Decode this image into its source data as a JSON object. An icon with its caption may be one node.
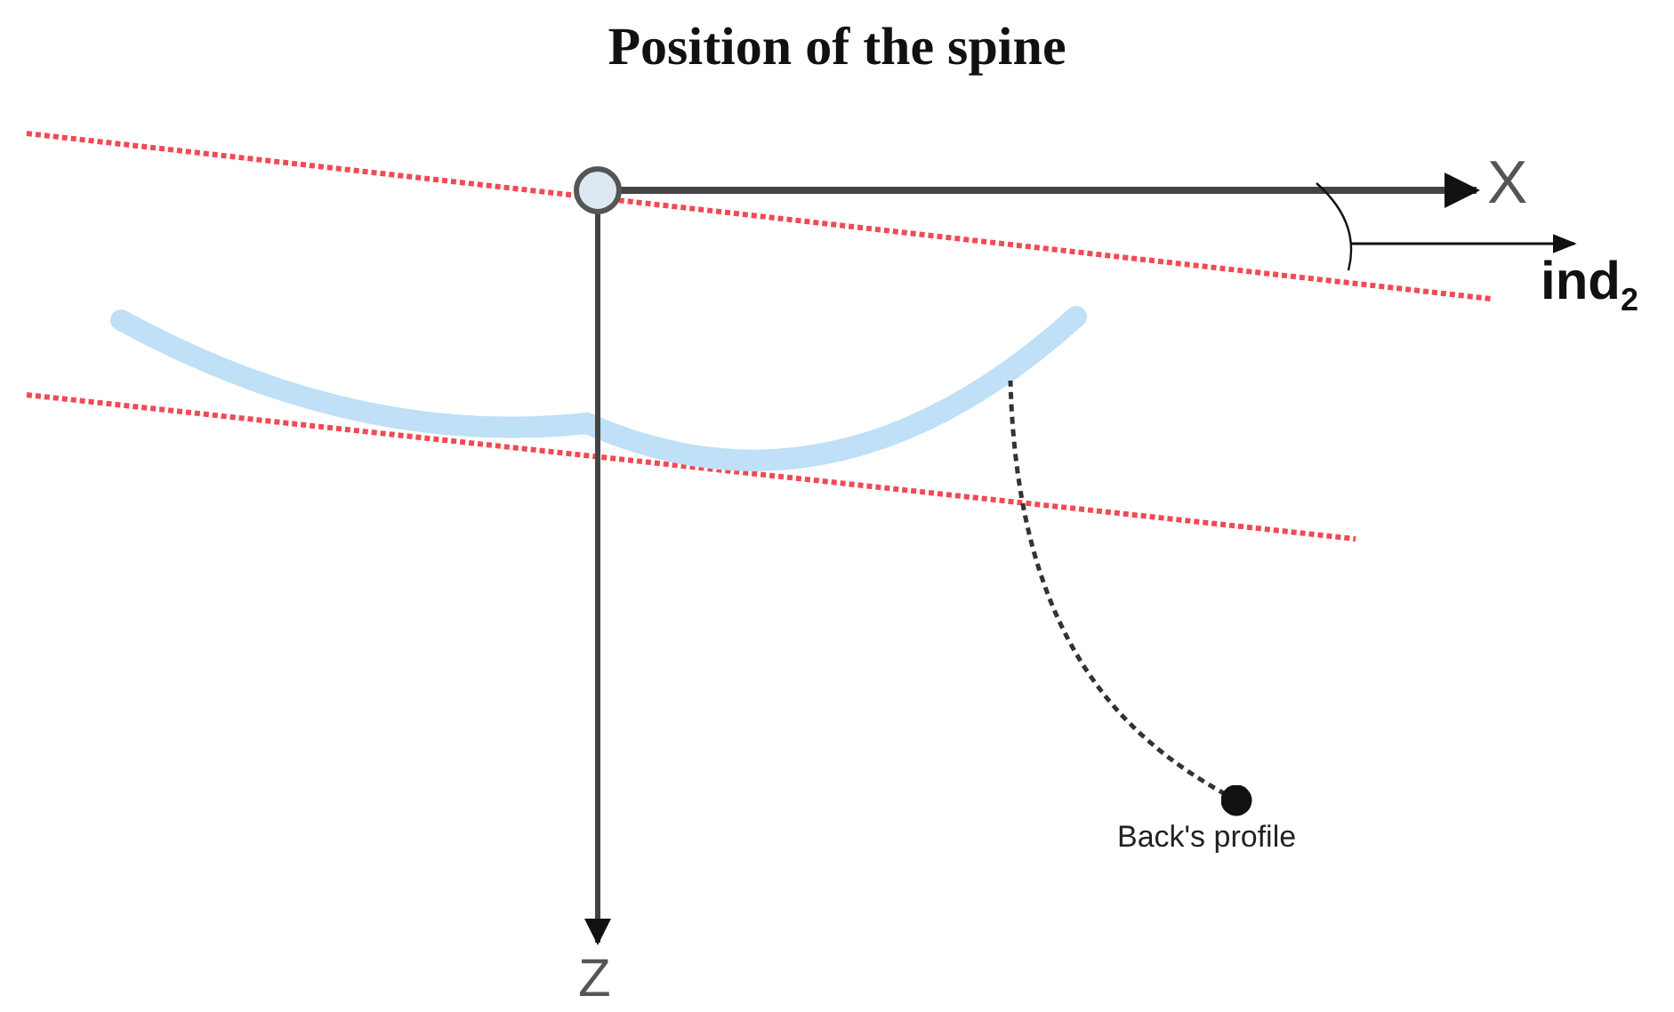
{
  "diagram": {
    "title": "Position of the spine",
    "nodes": [
      {
        "text": [
          "Back's profile"
        ]
      },
      {
        "text": [],
        "shape": "curve"
      }
    ],
    "edges": [
      {
        "from": 0,
        "to": 1,
        "arrow": "other",
        "style": "dashed"
      }
    ],
    "labels": [
      "X",
      "ind$_{2}$",
      "Z"
    ]
  }
}
